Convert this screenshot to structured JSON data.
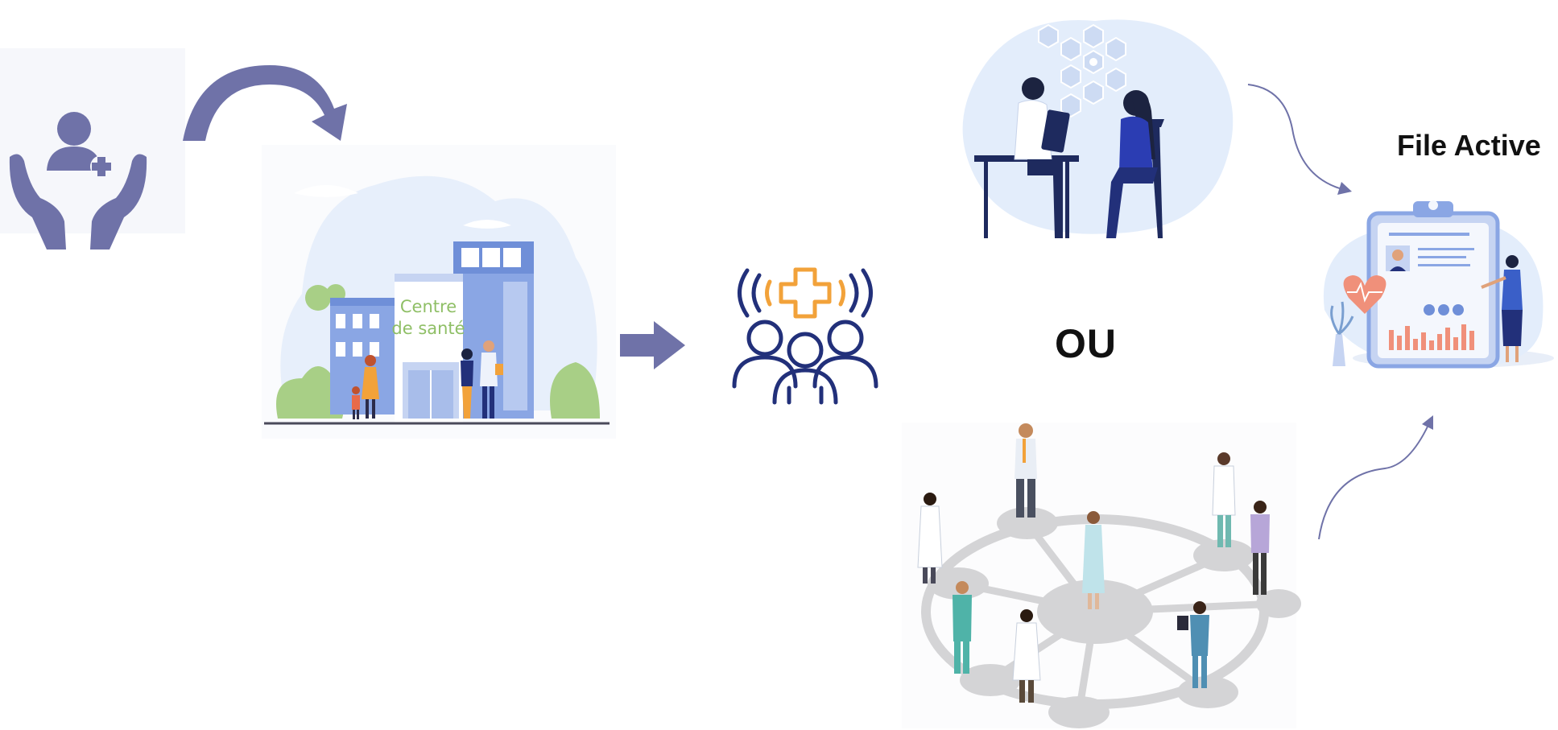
{
  "labels": {
    "centre_line1": "Centre",
    "centre_line2": "de santé",
    "or_label": "OU",
    "file_active": "File Active"
  },
  "icons": [
    "hands-holding-person-icon",
    "curved-arrow-icon",
    "health-centre-building-icon",
    "right-arrow-icon",
    "care-team-icon",
    "consultation-icon",
    "care-network-icon",
    "patient-file-clipboard-icon"
  ],
  "colors": {
    "periwinkle": "#6f72a8",
    "navy": "#22307a",
    "orange": "#f2a23a",
    "building_blue": "#8aa6e4",
    "sign_green": "#8fbf66",
    "bubble": "#e3edfb",
    "network_grey": "#d4d4d6"
  }
}
